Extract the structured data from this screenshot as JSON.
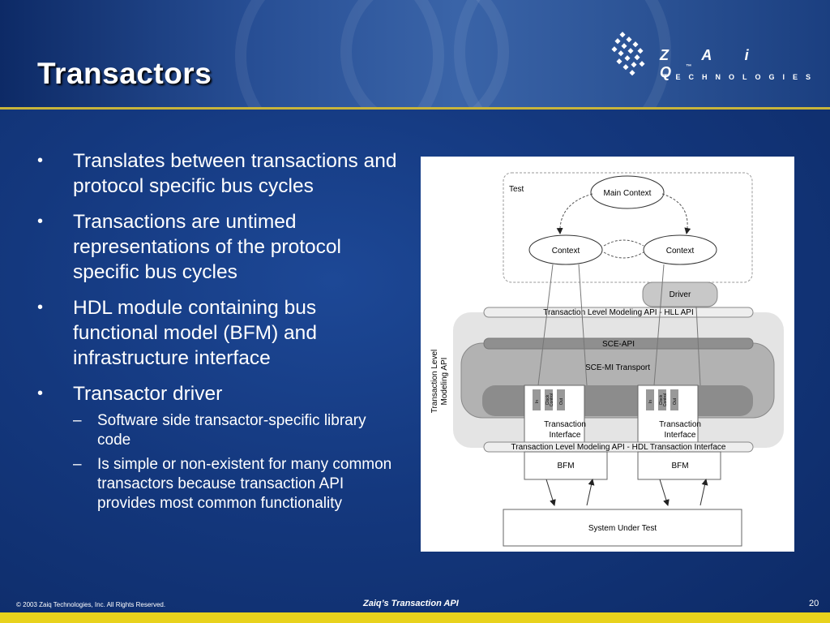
{
  "slide": {
    "title": "Transactors",
    "logo": {
      "name": "Z A i Q",
      "tm": "™",
      "tagline": "TECHNOLOGIES"
    },
    "bullets": [
      {
        "text": "Translates between transactions and protocol specific bus cycles"
      },
      {
        "text": "Transactions are untimed representations of the protocol specific bus cycles"
      },
      {
        "text": "HDL module containing bus functional model (BFM) and infrastructure interface"
      },
      {
        "text": "Transactor driver",
        "sub": [
          "Software side transactor-specific library code",
          "Is simple or non-existent for many common transactors because transaction API provides most common functionality"
        ]
      }
    ],
    "bullet_glyph": "•",
    "dash_glyph": "–",
    "footer": {
      "copyright": "© 2003 Zaiq Technologies, Inc.  All Rights Reserved.",
      "center": "Zaiq’s Transaction API",
      "page": "20"
    }
  },
  "diagram": {
    "test_label": "Test",
    "main_context": "Main Context",
    "context_left": "Context",
    "context_right": "Context",
    "driver": "Driver",
    "hll_api": "Transaction Level Modeling API - HLL API",
    "sce_api": "SCE-API",
    "sce_mi": "SCE-MI Transport",
    "side_label_1": "Transaction Level",
    "side_label_2": "Modeling API",
    "port_in": "In",
    "port_clock_1": "Clock",
    "port_clock_2": "Control",
    "port_out": "Out",
    "ti_left_1": "Transaction",
    "ti_left_2": "Interface",
    "ti_right_1": "Transaction",
    "ti_right_2": "Interface",
    "hdl_api": "Transaction Level Modeling API - HDL Transaction Interface",
    "bfm_left": "BFM",
    "bfm_right": "BFM",
    "sut": "System Under Test"
  }
}
